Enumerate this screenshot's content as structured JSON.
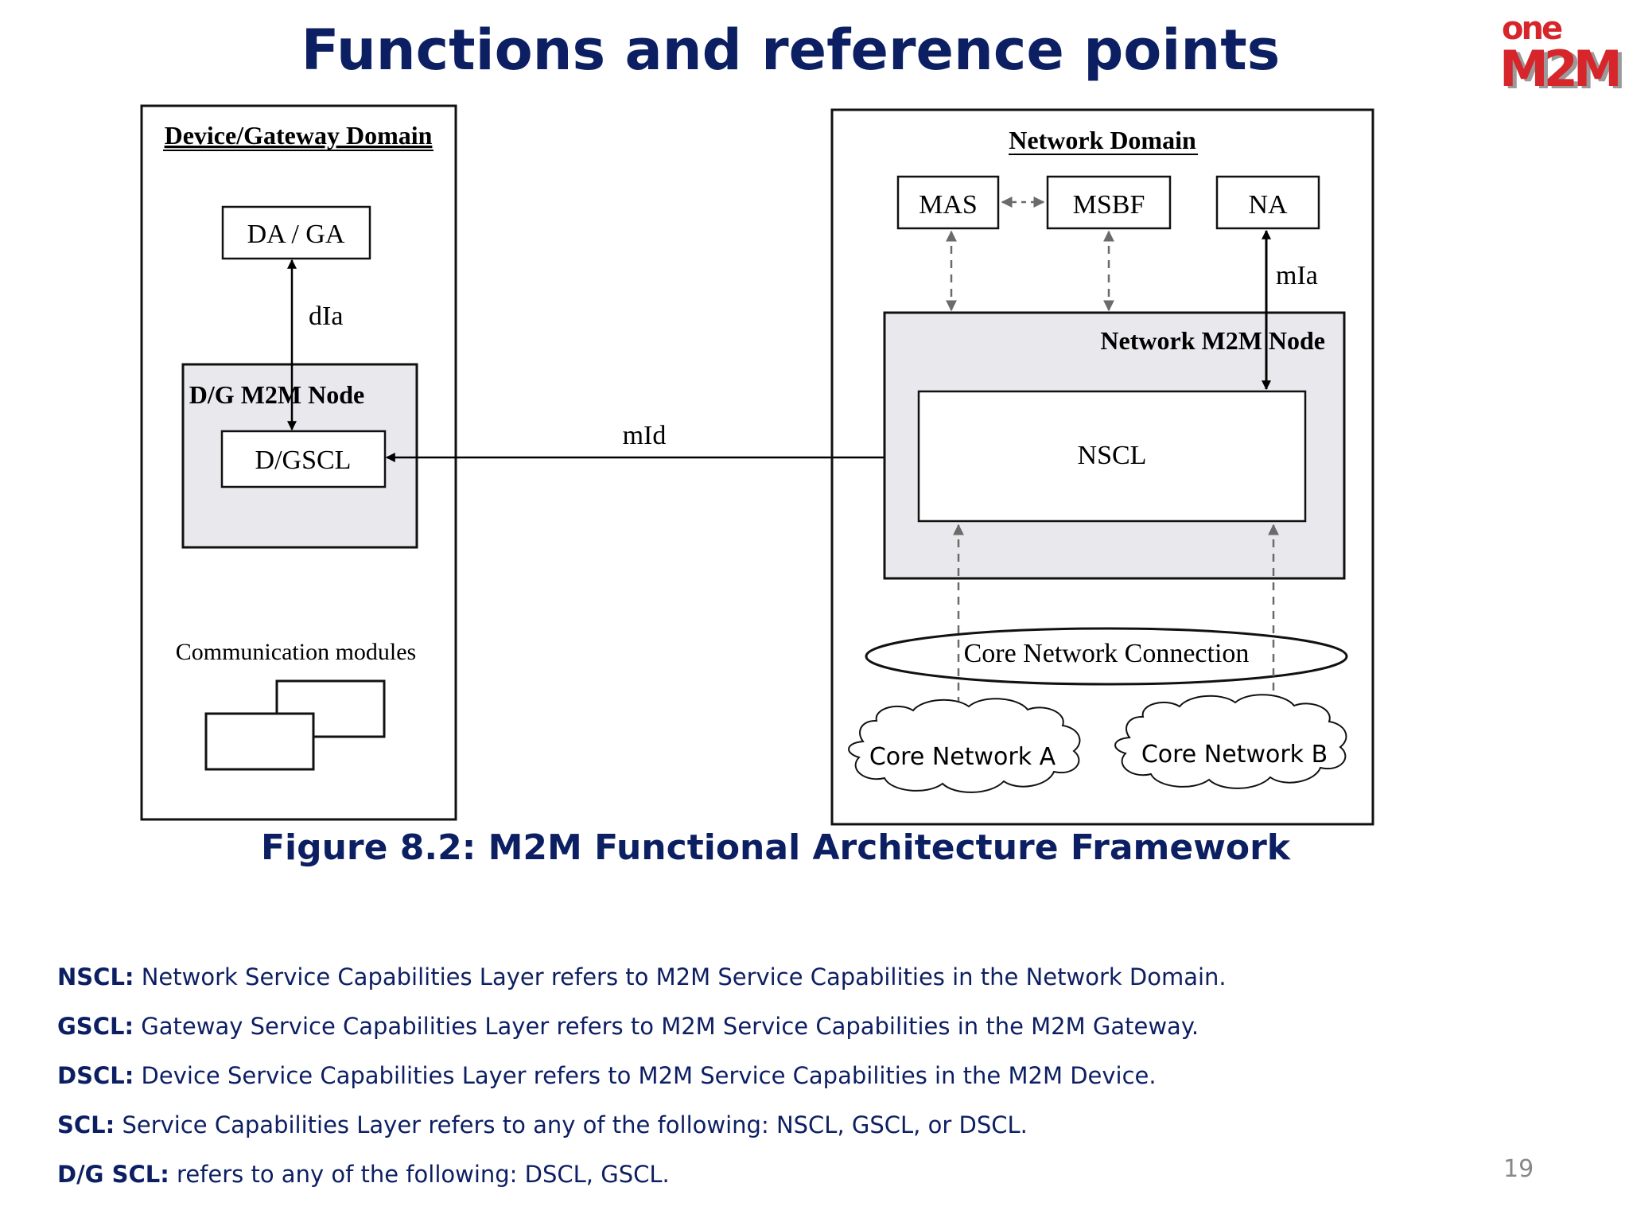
{
  "slide": {
    "title": "Functions and reference points",
    "logo": {
      "top": "one",
      "bottom": "M2M"
    },
    "page_number": "19"
  },
  "diagram": {
    "device_domain": {
      "title": "Device/Gateway Domain",
      "da_ga": "DA / GA",
      "dia_label": "dIa",
      "node_title": "D/G M2M Node",
      "dgscl": "D/GSCL",
      "comm_modules": "Communication modules"
    },
    "mid_label": "mId",
    "network_domain": {
      "title": "Network Domain",
      "mas": "MAS",
      "msbf": "MSBF",
      "na": "NA",
      "mia_label": "mIa",
      "node_title": "Network M2M Node",
      "nscl": "NSCL",
      "core_connection": "Core Network Connection",
      "core_a": "Core Network A",
      "core_b": "Core Network B"
    }
  },
  "caption": "Figure 8.2: M2M Functional Architecture Framework",
  "definitions": [
    {
      "term": "NSCL:",
      "text": "Network Service Capabilities Layer refers to M2M Service Capabilities in the Network Domain."
    },
    {
      "term": "GSCL:",
      "text": "Gateway Service Capabilities Layer refers to M2M Service Capabilities in the M2M Gateway."
    },
    {
      "term": "DSCL:",
      "text": "Device Service Capabilities Layer refers to M2M Service Capabilities in the M2M Device."
    },
    {
      "term": "SCL:",
      "text": "Service Capabilities Layer refers to any of the following: NSCL, GSCL, or DSCL."
    },
    {
      "term": "D/G SCL:",
      "text": "refers to any of the following: DSCL, GSCL."
    }
  ],
  "colors": {
    "title": "#0d1f63",
    "node_fill": "#e9e8ec",
    "logo_red": "#d6262c",
    "dashed_arrow": "#6b6b6b"
  }
}
